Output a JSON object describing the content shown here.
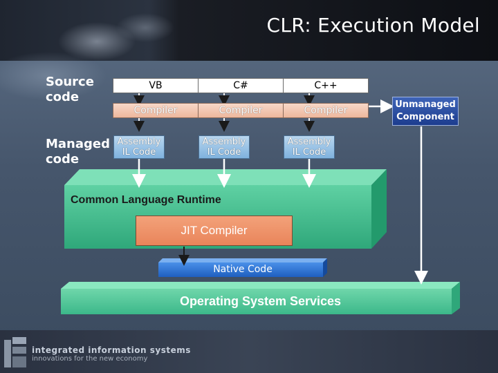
{
  "title": "CLR: Execution Model",
  "labels": {
    "source_code_line1": "Source",
    "source_code_line2": "code",
    "managed_code_line1": "Managed",
    "managed_code_line2": "code"
  },
  "languages": [
    "VB",
    "C#",
    "C++"
  ],
  "compilers": [
    "Compiler",
    "Compiler",
    "Compiler"
  ],
  "assemblies": [
    {
      "line1": "Assembly",
      "line2": "IL Code"
    },
    {
      "line1": "Assembly",
      "line2": "IL Code"
    },
    {
      "line1": "Assembly",
      "line2": "IL Code"
    }
  ],
  "unmanaged": {
    "line1": "Unmanaged",
    "line2": "Component"
  },
  "clr": {
    "label": "Common Language Runtime"
  },
  "jit": {
    "label": "JIT Compiler"
  },
  "native": {
    "label": "Native Code"
  },
  "os": {
    "label": "Operating System Services"
  },
  "footer": {
    "company": "integrated information systems",
    "tagline": "innovations for the new economy"
  },
  "colors": {
    "clr_green": "#3cb88a",
    "compiler_peach": "#eeb79d",
    "assembly_blue": "#7fb2de",
    "jit_orange": "#e9845a",
    "native_blue": "#2f6fd0",
    "unmanaged_blue": "#1d3d8e"
  }
}
